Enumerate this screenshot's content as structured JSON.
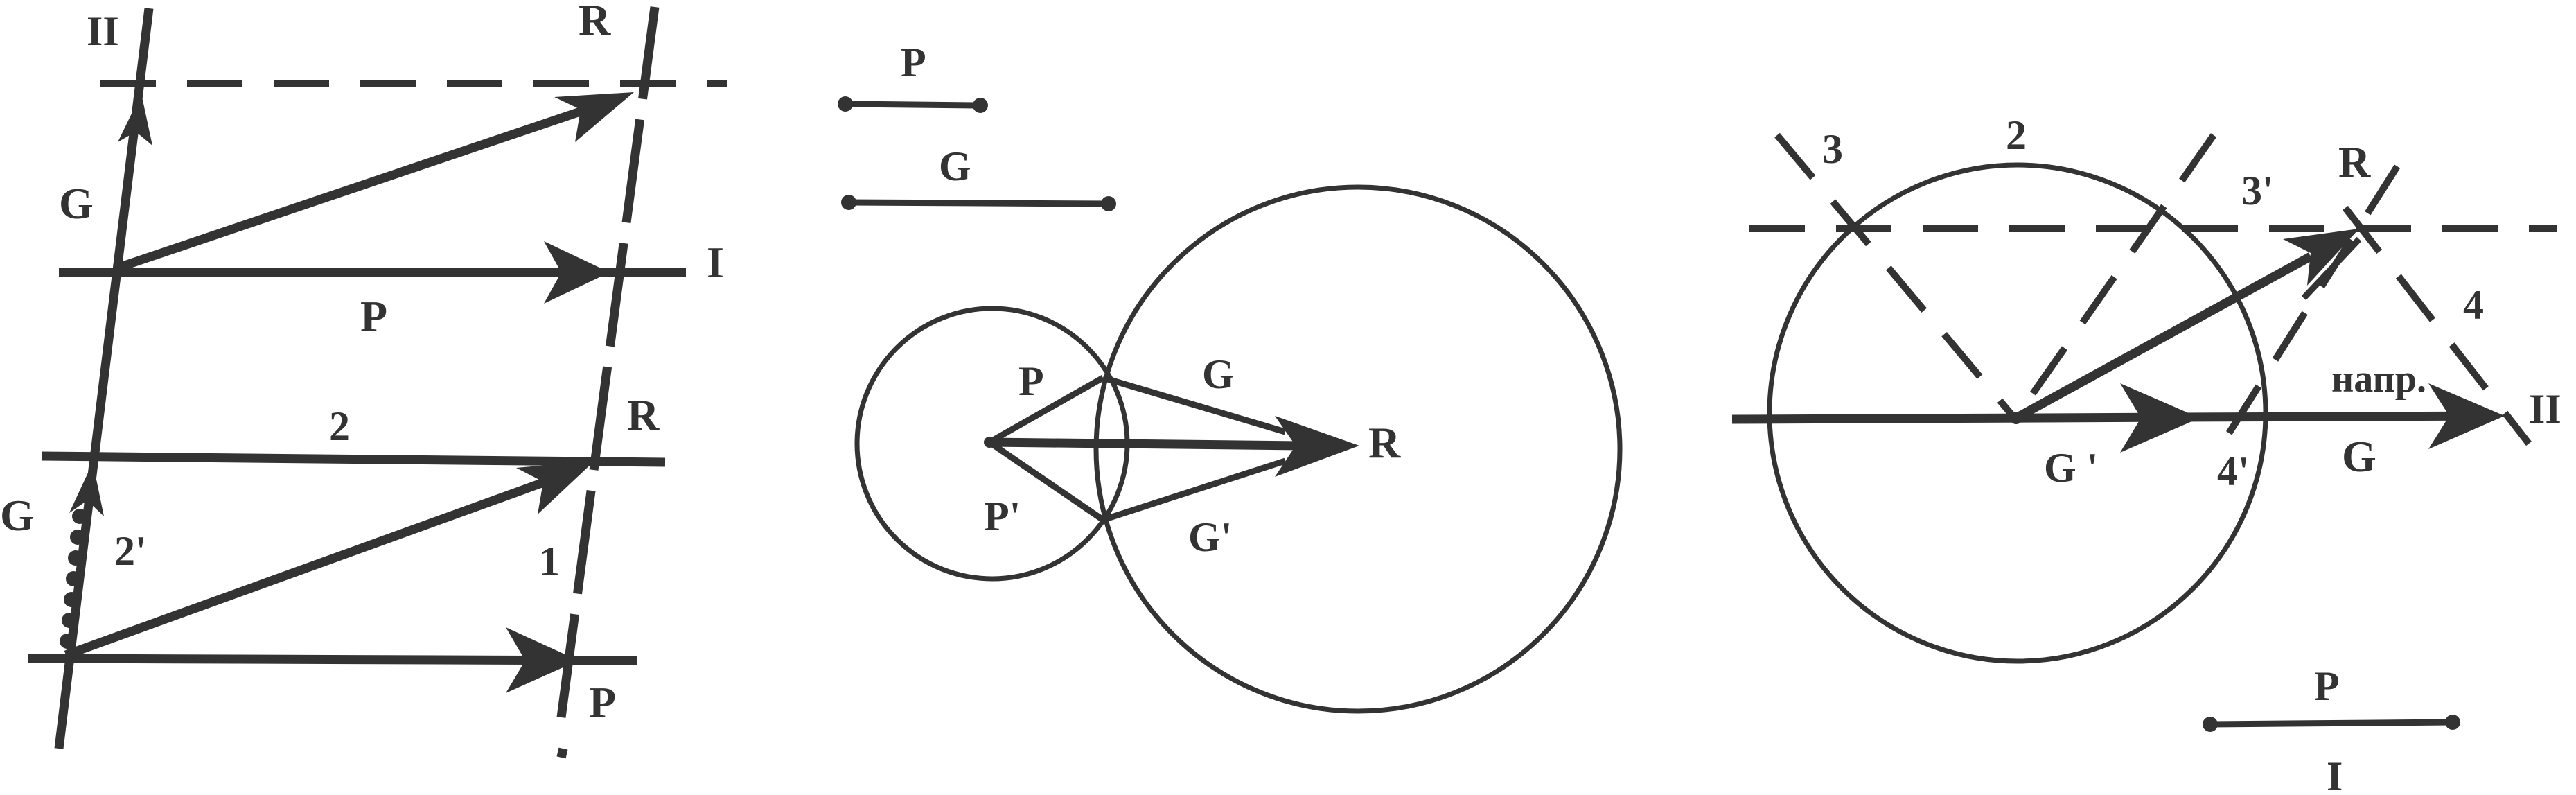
{
  "colors": {
    "ink": "#333333",
    "background": "#ffffff"
  },
  "figure1": {
    "labels": {
      "line_II": "II",
      "line_I": "I",
      "R_top": "R",
      "G_upper": "G",
      "P_mid": "P",
      "num_2": "2",
      "R_lower": "R",
      "G_lower": "G",
      "num_2prime": "2'",
      "num_1": "1",
      "P_bottom": "P"
    }
  },
  "figure2": {
    "labels": {
      "P_legend": "P",
      "G_legend": "G",
      "P": "P",
      "G": "G",
      "R": "R",
      "P_prime": "P'",
      "G_prime": "G'"
    }
  },
  "figure3": {
    "labels": {
      "num_3": "3",
      "num_2": "2",
      "num_3prime": "3'",
      "R": "R",
      "num_4": "4",
      "napr": "напр.",
      "line_II": "II",
      "G_prime": "G '",
      "num_4prime": "4'",
      "G": "G",
      "P_legend": "P",
      "line_I": "I"
    }
  }
}
